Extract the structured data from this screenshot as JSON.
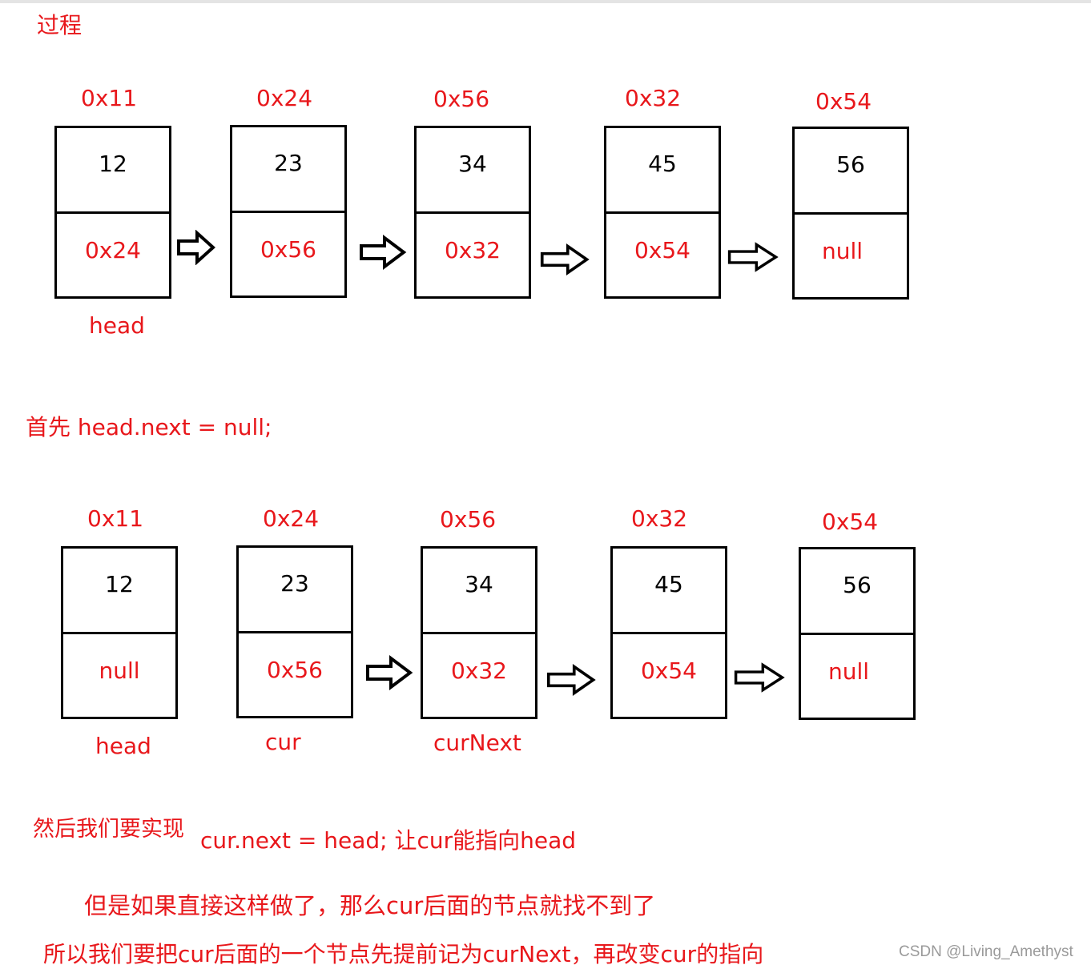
{
  "title": "过程",
  "row1": {
    "nodes": [
      {
        "addr": "0x11",
        "value": "12",
        "next": "0x24",
        "label": "head"
      },
      {
        "addr": "0x24",
        "value": "23",
        "next": "0x56",
        "label": ""
      },
      {
        "addr": "0x56",
        "value": "34",
        "next": "0x32",
        "label": ""
      },
      {
        "addr": "0x32",
        "value": "45",
        "next": "0x54",
        "label": ""
      },
      {
        "addr": "0x54",
        "value": "56",
        "next": "null",
        "label": ""
      }
    ]
  },
  "step1": "首先 head.next = null;",
  "row2": {
    "nodes": [
      {
        "addr": "0x11",
        "value": "12",
        "next": "null",
        "label": "head"
      },
      {
        "addr": "0x24",
        "value": "23",
        "next": "0x56",
        "label": "cur"
      },
      {
        "addr": "0x56",
        "value": "34",
        "next": "0x32",
        "label": "curNext"
      },
      {
        "addr": "0x32",
        "value": "45",
        "next": "0x54",
        "label": ""
      },
      {
        "addr": "0x54",
        "value": "56",
        "next": "null",
        "label": ""
      }
    ]
  },
  "step2_prefix": "然后我们要实现",
  "step2_code": "cur.next = head;  让cur能指向head",
  "step3": "但是如果直接这样做了，那么cur后面的节点就找不到了",
  "step4": "所以我们要把cur后面的一个节点先提前记为curNext，再改变cur的指向",
  "watermark": "CSDN @Living_Amethyst",
  "colors": {
    "text_red": "#e8171b",
    "border": "#000000"
  }
}
